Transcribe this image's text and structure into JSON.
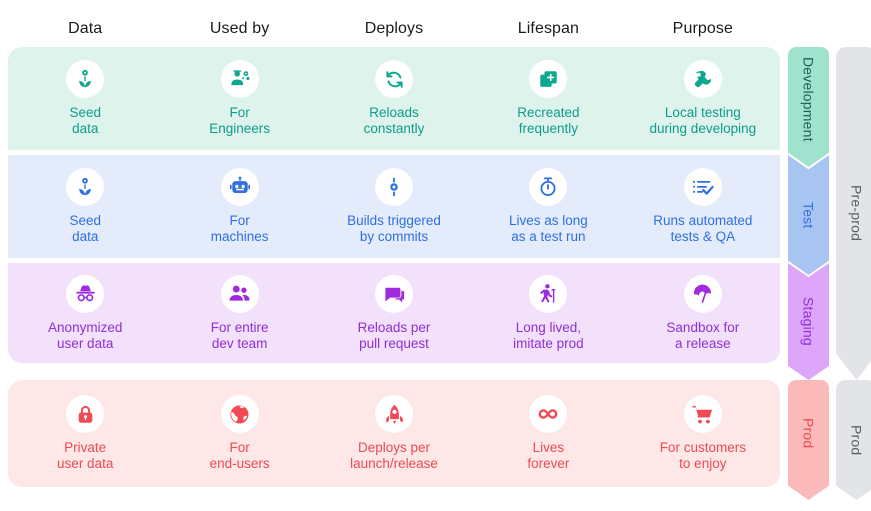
{
  "columns": [
    {
      "label": "Data"
    },
    {
      "label": "Used by"
    },
    {
      "label": "Deploys"
    },
    {
      "label": "Lifespan"
    },
    {
      "label": "Purpose"
    }
  ],
  "rows": {
    "development": {
      "stage_label": "Development",
      "accent": "#0f9d8a",
      "background": "#ddf3ec",
      "chevron": "#9fe3cf",
      "cells": [
        {
          "icon": "seed-sprout-icon",
          "label": "Seed\ndata"
        },
        {
          "icon": "engineer-gear-icon",
          "label": "For\nEngineers"
        },
        {
          "icon": "refresh-cycle-icon",
          "label": "Reloads\nconstantly"
        },
        {
          "icon": "duplicate-plus-icon",
          "label": "Recreated\nfrequently"
        },
        {
          "icon": "wrench-icon",
          "label": "Local testing\nduring developing"
        }
      ]
    },
    "test": {
      "stage_label": "Test",
      "accent": "#2f6fe4",
      "background": "#e4ebfa",
      "chevron": "#a8c5f2",
      "cells": [
        {
          "icon": "seed-sprout-icon",
          "label": "Seed\ndata"
        },
        {
          "icon": "robot-icon",
          "label": "For\nmachines"
        },
        {
          "icon": "commit-node-icon",
          "label": "Builds triggered\nby commits"
        },
        {
          "icon": "stopwatch-icon",
          "label": "Lives as long\nas a test run"
        },
        {
          "icon": "checklist-icon",
          "label": "Runs automated\ntests & QA"
        }
      ]
    },
    "staging": {
      "stage_label": "Staging",
      "accent": "#8f2fd6",
      "background": "#f3e0fb",
      "chevron": "#dda6fb",
      "cells": [
        {
          "icon": "incognito-icon",
          "label": "Anonymized\nuser data"
        },
        {
          "icon": "people-group-icon",
          "label": "For entire\ndev team"
        },
        {
          "icon": "chat-bubble-icon",
          "label": "Reloads per\npull request"
        },
        {
          "icon": "elderly-person-icon",
          "label": "Long lived,\nimitate prod"
        },
        {
          "icon": "beach-umbrella-icon",
          "label": "Sandbox for\na release"
        }
      ]
    },
    "production": {
      "stage_label": "Prod",
      "accent": "#ef4a52",
      "background": "#fde7e7",
      "chevron": "#fbb9b9",
      "cells": [
        {
          "icon": "lock-icon",
          "label": "Private\nuser data"
        },
        {
          "icon": "globe-icon",
          "label": "For\nend-users"
        },
        {
          "icon": "rocket-icon",
          "label": "Deploys per\nlaunch/release"
        },
        {
          "icon": "infinity-icon",
          "label": "Lives\nforever"
        },
        {
          "icon": "shopping-cart-icon",
          "label": "For customers\nto enjoy"
        }
      ]
    }
  },
  "groups": [
    {
      "label": "Pre-prod",
      "color": "#e3e4e8"
    },
    {
      "label": "Prod",
      "color": "#e3e4e8"
    }
  ]
}
